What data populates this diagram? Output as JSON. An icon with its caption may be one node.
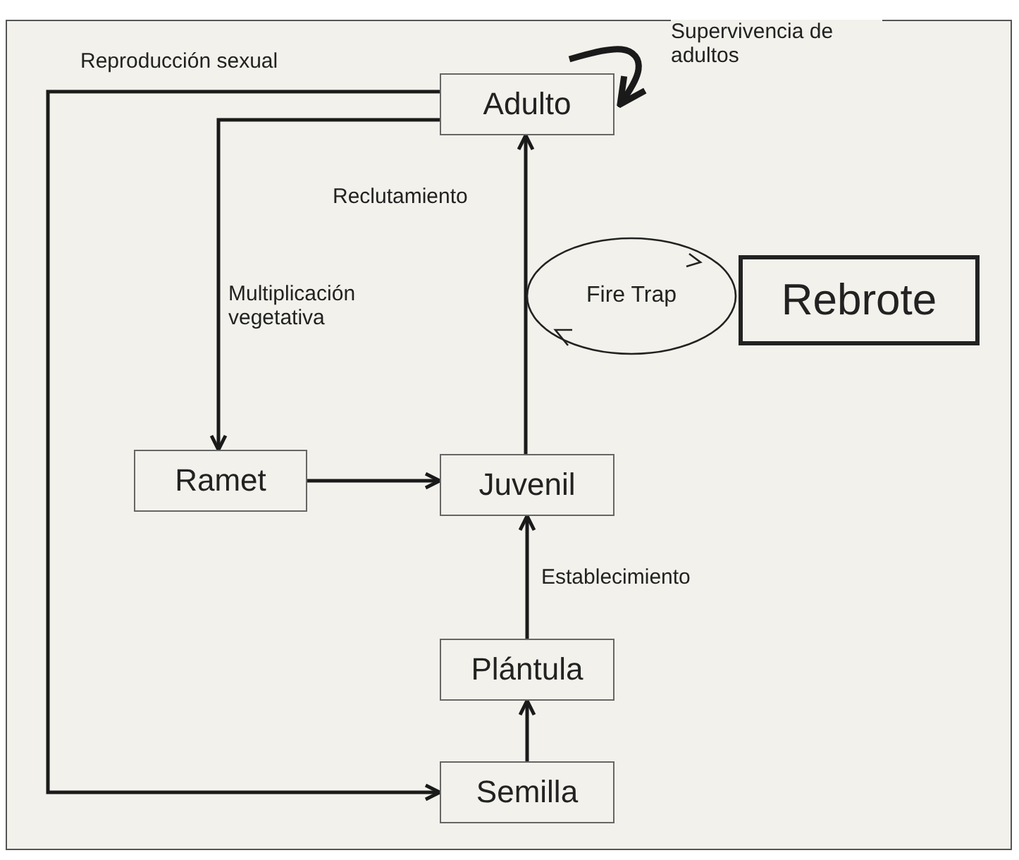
{
  "diagram": {
    "nodes": [
      {
        "text": [
          "Adulto"
        ]
      },
      {
        "text": [
          "Fire Trap"
        ]
      },
      {
        "text": [
          "Rebrote"
        ]
      },
      {
        "text": [
          "Ramet"
        ]
      },
      {
        "text": [
          "Juvenil"
        ]
      },
      {
        "text": [
          "Plántula"
        ]
      },
      {
        "text": [
          "Semilla"
        ]
      }
    ],
    "edges": [
      {
        "from": 0,
        "to": 0,
        "arrow": "to",
        "label": "Supervivencia de adultos",
        "style": "thick"
      },
      {
        "from": 0,
        "to": 6,
        "arrow": "to",
        "label": "Reproducción sexual"
      },
      {
        "from": 0,
        "to": 3,
        "arrow": "to",
        "label": "Multiplicación vegetativa"
      },
      {
        "from": 4,
        "to": 0,
        "arrow": "to",
        "label": "Reclutamiento"
      },
      {
        "from": 3,
        "to": 4,
        "arrow": "to"
      },
      {
        "from": 5,
        "to": 4,
        "arrow": "to",
        "label": "Establecimiento"
      },
      {
        "from": 6,
        "to": 5,
        "arrow": "to"
      }
    ]
  }
}
